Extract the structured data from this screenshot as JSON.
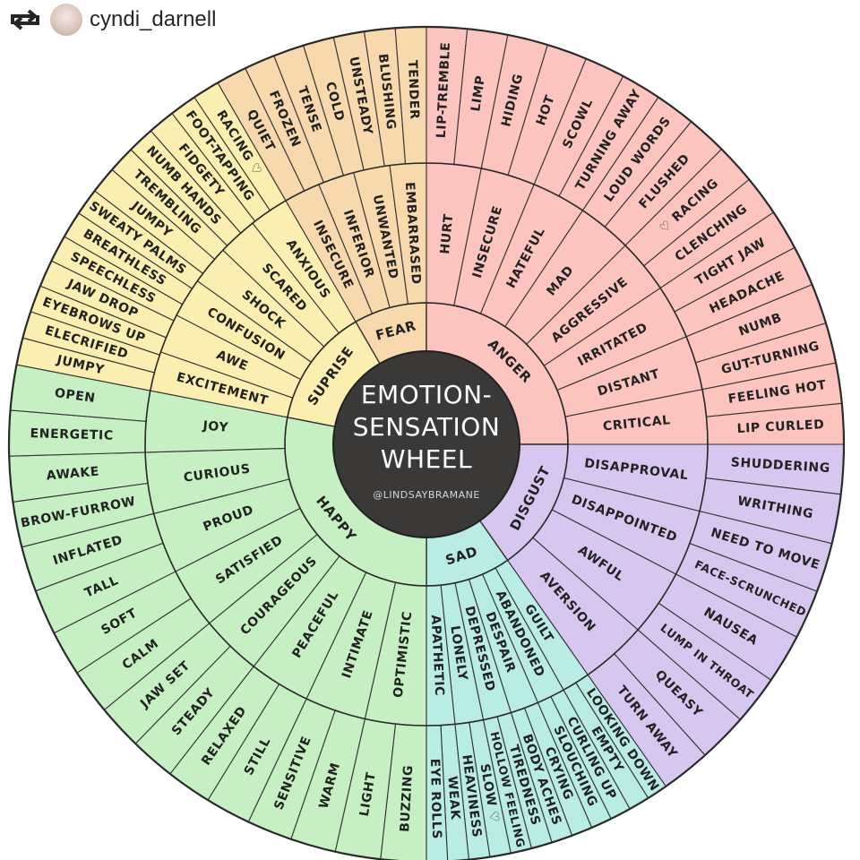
{
  "header": {
    "username": "cyndi_darnell",
    "repost_icon": "repost-icon",
    "avatar_icon": "avatar"
  },
  "wheel": {
    "title_lines": [
      "EMOTION-",
      "SENSATION",
      "WHEEL"
    ],
    "credit": "@LINDSAYBRAMANE",
    "categories": [
      {
        "name": "FEAR",
        "color": "#f8d9ad",
        "emotions": [
          "INSECURE",
          "INFERIOR",
          "UNWANTED",
          "EMBARRASED"
        ],
        "sensations": [
          "QUIET",
          "FROZEN",
          "TENSE",
          "COLD",
          "UNSTEADY",
          "BLUSHING",
          "TENDER"
        ]
      },
      {
        "name": "ANGER",
        "color": "#fbc4bf",
        "emotions": [
          "HURT",
          "INSECURE",
          "HATEFUL",
          "MAD",
          "AGGRESSIVE",
          "IRRITATED",
          "DISTANT",
          "CRITICAL"
        ],
        "sensations": [
          "LIP-TREMBLE",
          "LIMP",
          "HIDING",
          "HOT",
          "SCOWL",
          "TURNING AWAY",
          "LOUD WORDS",
          "FLUSHED",
          "♡ RACING",
          "CLENCHING",
          "TIGHT JAW",
          "HEADACHE",
          "NUMB",
          "GUT-TURNING",
          "FEELING HOT",
          "LIP CURLED"
        ]
      },
      {
        "name": "DISGUST",
        "color": "#d7c7f0",
        "emotions": [
          "DISAPPROVAL",
          "DISAPPOINTED",
          "AWFUL",
          "AVERSION"
        ],
        "sensations": [
          "SHUDDERING",
          "WRITHING",
          "NEED TO MOVE",
          "FACE-SCRUNCHED",
          "NAUSEA",
          "LUMP IN THROAT",
          "QUEASY",
          "TURN AWAY"
        ]
      },
      {
        "name": "SAD",
        "color": "#b9ece4",
        "emotions": [
          "GUILT",
          "ABANDONED",
          "DESPAIR",
          "DEPRESSED",
          "LONELY",
          "APATHETIC"
        ],
        "sensations": [
          "LOOKING DOWN",
          "EMPTY",
          "CURLING UP",
          "SLOUCHING",
          "CRYING",
          "BODY ACHES",
          "TIREDNESS",
          "HOLLOW FEELING",
          "SLOW ♡",
          "HEAVINESS",
          "WEAK",
          "EYE ROLLS"
        ]
      },
      {
        "name": "HAPPY",
        "color": "#c6efc4",
        "emotions": [
          "OPTIMISTIC",
          "INTIMATE",
          "PEACEFUL",
          "COURAGEOUS",
          "SATISFIED",
          "PROUD",
          "CURIOUS",
          "JOY"
        ],
        "sensations": [
          "BUZZING",
          "LIGHT",
          "WARM",
          "SENSITIVE",
          "STILL",
          "RELAXED",
          "STEADY",
          "JAW SET",
          "CALM",
          "SOFT",
          "TALL",
          "INFLATED",
          "BROW-FURROW",
          "AWAKE",
          "ENERGETIC",
          "OPEN"
        ]
      },
      {
        "name": "SUPRISE",
        "color": "#faeeb0",
        "emotions": [
          "EXCITEMENT",
          "AWE",
          "CONFUSION",
          "SHOCK",
          "SCARED",
          "ANXIOUS"
        ],
        "sensations": [
          "JUMPY",
          "ELECRIFIED",
          "EYEBROWS UP",
          "JAW DROP",
          "SPEECHLESS",
          "BREATHLESS",
          "SWEATY PALMS",
          "JUMPY",
          "TREMBLING",
          "NUMB HANDS",
          "FIDGETY",
          "FOOT-TAPPING",
          "RACING ♡"
        ]
      }
    ]
  }
}
